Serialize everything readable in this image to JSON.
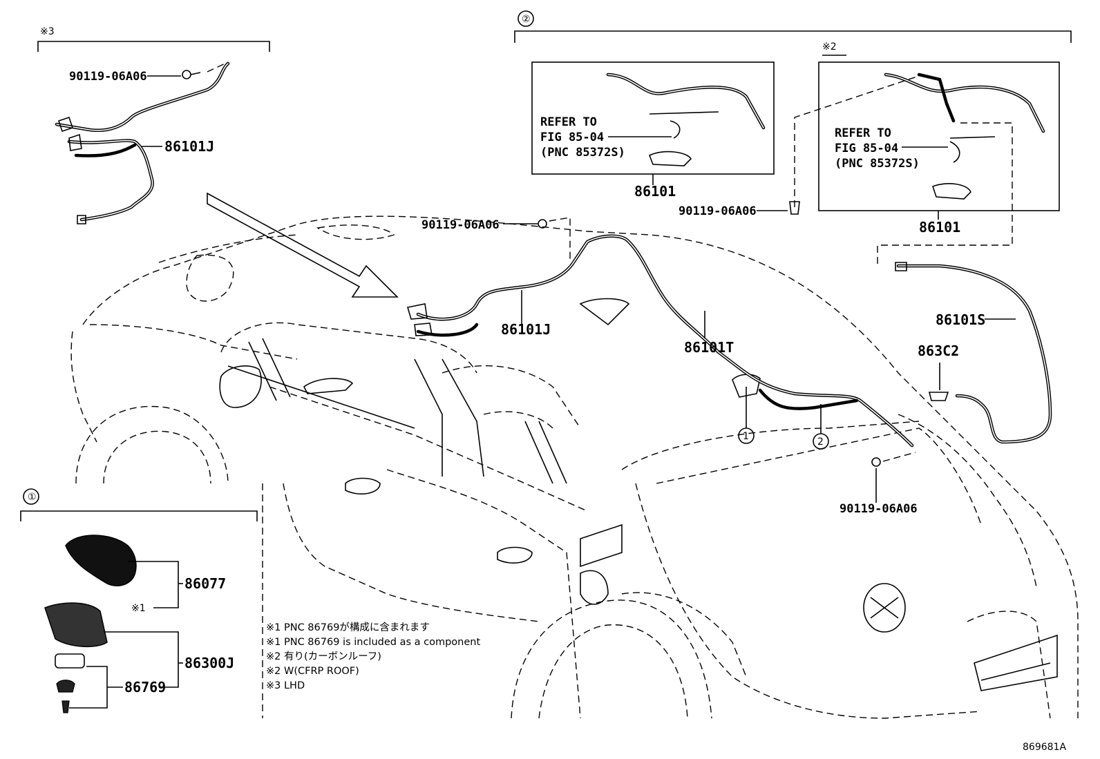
{
  "callouts": {
    "bracket_1": "①",
    "bracket_2": "②",
    "bracket_x3": "※3",
    "bracket_x2": "※2",
    "marker_x1": "※1",
    "circle_1_on_car": "1",
    "circle_2_on_car": "2"
  },
  "parts": {
    "clip_top_left": "90119-06A06",
    "harness_lhd": "86101J",
    "clip_roof": "90119-06A06",
    "harness_roof": "86101J",
    "harness_rear": "86101T",
    "box2_part": "86101",
    "clip_box": "90119-06A06",
    "box_x2_part": "86101",
    "cable_s": "86101S",
    "part_863c2": "863C2",
    "clip_rear": "90119-06A06",
    "part_86077": "86077",
    "part_86300j": "86300J",
    "part_86769": "86769"
  },
  "refer_box2": {
    "line1": "REFER TO",
    "line2": "FIG 85-04",
    "line3": "(PNC 85372S)"
  },
  "refer_box_x2": {
    "line1": "REFER TO",
    "line2": "FIG 85-04",
    "line3": "(PNC 85372S)"
  },
  "notes": [
    "※1 PNC 86769が構成に含まれます",
    "※1 PNC 86769 is included as a component",
    "※2 有り(カーボンルーフ)",
    "※2 W(CFRP ROOF)",
    "※3 LHD"
  ],
  "figure_id": "869681A"
}
